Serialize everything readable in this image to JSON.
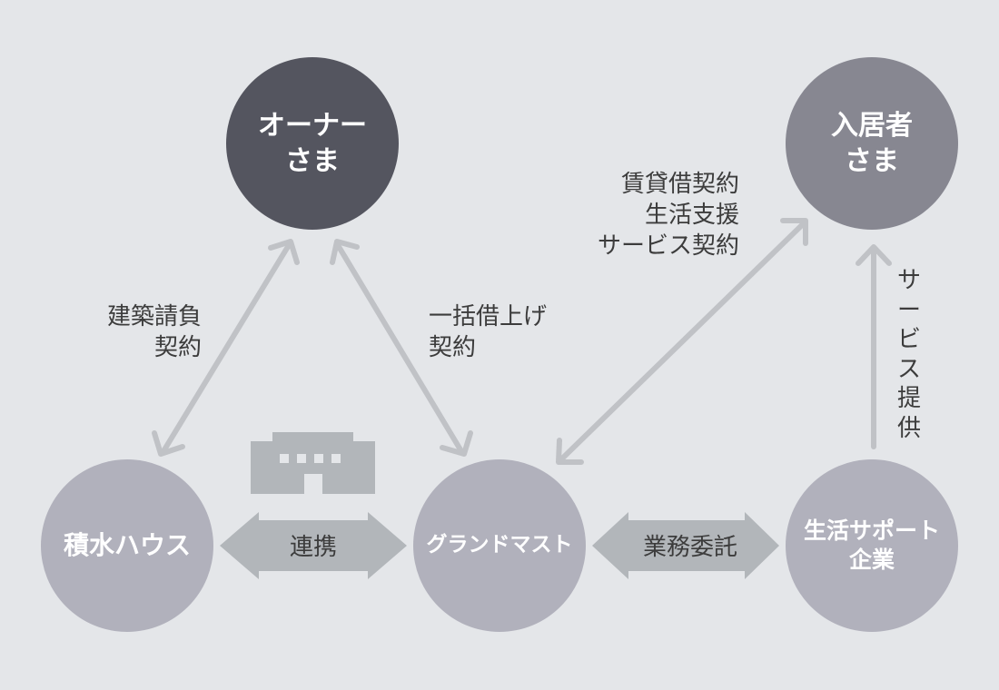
{
  "nodes": {
    "owner": {
      "lines": [
        "オーナー",
        "さま"
      ]
    },
    "tenant": {
      "lines": [
        "入居者",
        "さま"
      ]
    },
    "sekisui": {
      "lines": [
        "積水ハウス"
      ]
    },
    "grandmast": {
      "lines": [
        "グランドマスト"
      ]
    },
    "support": {
      "lines": [
        "生活サポート",
        "企業"
      ]
    }
  },
  "edges": {
    "construction": [
      "建築請負",
      "契約"
    ],
    "lease": [
      "一括借上げ",
      "契約"
    ],
    "tenant_contracts": [
      "賃貸借契約",
      "生活支援",
      "サービス契約"
    ],
    "service_provide": [
      "サ",
      "ー",
      "ビ",
      "ス",
      "提",
      "供"
    ],
    "renkei": "連携",
    "gyomu": "業務委託"
  },
  "colors": {
    "background": "#e4e6e9",
    "owner": "#54555f",
    "tenant": "#878791",
    "node": "#b1b1bc",
    "arrow": "#c0c2c6",
    "band": "#b2b6ba",
    "building": "#b2b6ba"
  },
  "icons": [
    "building-icon"
  ]
}
